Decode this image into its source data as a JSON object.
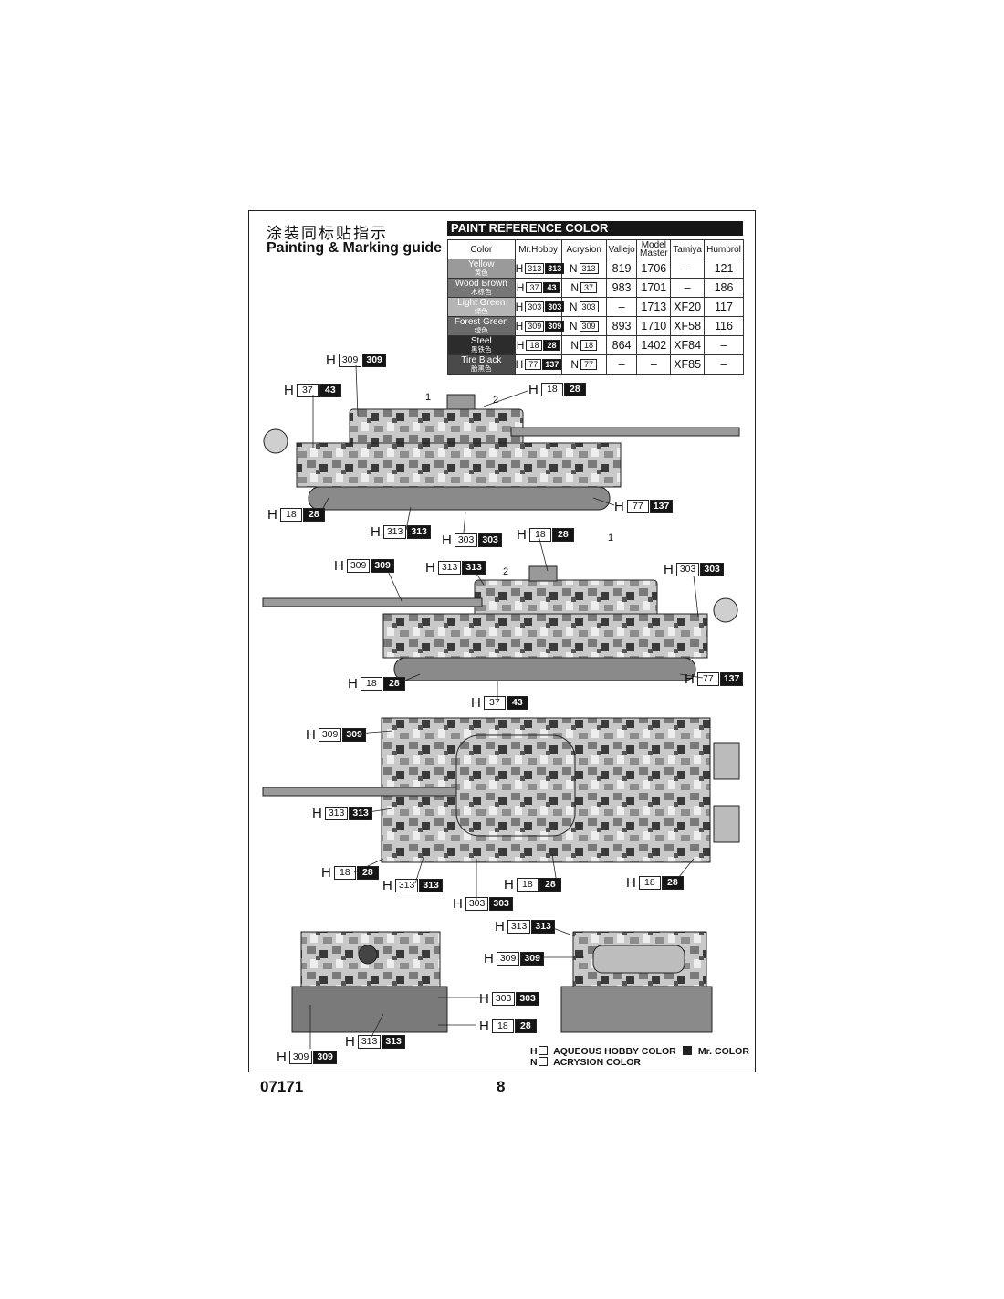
{
  "header": {
    "title_cn": "涂装同标贴指示",
    "title_en": "Painting & Marking guide"
  },
  "paint_table": {
    "title": "PAINT  REFERENCE COLOR",
    "columns": [
      "Color",
      "Mr.Hobby",
      "Acrysion",
      "Vallejo",
      "Model Master",
      "Tamiya",
      "Humbrol"
    ],
    "rows": [
      {
        "name": "Yellow",
        "name_cn": "黄色",
        "swatch": "#9a9a9a",
        "h1": "313",
        "h2": "313",
        "n": "313",
        "vallejo": "819",
        "model_master": "1706",
        "tamiya": "–",
        "humbrol": "121"
      },
      {
        "name": "Wood Brown",
        "name_cn": "木棕色",
        "swatch": "#767676",
        "h1": "37",
        "h2": "43",
        "n": "37",
        "vallejo": "983",
        "model_master": "1701",
        "tamiya": "–",
        "humbrol": "186"
      },
      {
        "name": "Light Green",
        "name_cn": "绿色",
        "swatch": "#b5b5b5",
        "h1": "303",
        "h2": "303",
        "n": "303",
        "vallejo": "–",
        "model_master": "1713",
        "tamiya": "XF20",
        "humbrol": "117"
      },
      {
        "name": "Forest Green",
        "name_cn": "绿色",
        "swatch": "#6a6a6a",
        "h1": "309",
        "h2": "309",
        "n": "309",
        "vallejo": "893",
        "model_master": "1710",
        "tamiya": "XF58",
        "humbrol": "116"
      },
      {
        "name": "Steel",
        "name_cn": "黑铁色",
        "swatch": "#2c2c2c",
        "h1": "18",
        "h2": "28",
        "n": "18",
        "vallejo": "864",
        "model_master": "1402",
        "tamiya": "XF84",
        "humbrol": "–"
      },
      {
        "name": "Tire Black",
        "name_cn": "胎黑色",
        "swatch": "#4a4a4a",
        "h1": "77",
        "h2": "137",
        "n": "77",
        "vallejo": "–",
        "model_master": "–",
        "tamiya": "XF85",
        "humbrol": "–"
      }
    ]
  },
  "labels": {
    "h_letter": "H",
    "n_letter": "N",
    "num_1": "1",
    "num_2": "2"
  },
  "callouts": [
    {
      "id": "c1",
      "a": "309",
      "b": "309"
    },
    {
      "id": "c2",
      "a": "37",
      "b": "43"
    },
    {
      "id": "c3",
      "a": "18",
      "b": "28"
    },
    {
      "id": "c4",
      "a": "18",
      "b": "28"
    },
    {
      "id": "c5",
      "a": "77",
      "b": "137"
    },
    {
      "id": "c6",
      "a": "313",
      "b": "313"
    },
    {
      "id": "c7",
      "a": "303",
      "b": "303"
    },
    {
      "id": "c8",
      "a": "18",
      "b": "28"
    },
    {
      "id": "c9",
      "a": "309",
      "b": "309"
    },
    {
      "id": "c10",
      "a": "313",
      "b": "313"
    },
    {
      "id": "c11",
      "a": "303",
      "b": "303"
    },
    {
      "id": "c12",
      "a": "18",
      "b": "28"
    },
    {
      "id": "c13",
      "a": "77",
      "b": "137"
    },
    {
      "id": "c14",
      "a": "37",
      "b": "43"
    },
    {
      "id": "c15",
      "a": "309",
      "b": "309"
    },
    {
      "id": "c16",
      "a": "313",
      "b": "313"
    },
    {
      "id": "c17",
      "a": "18",
      "b": "28"
    },
    {
      "id": "c18",
      "a": "313",
      "b": "313"
    },
    {
      "id": "c19",
      "a": "18",
      "b": "28"
    },
    {
      "id": "c20",
      "a": "18",
      "b": "28"
    },
    {
      "id": "c21",
      "a": "303",
      "b": "303"
    },
    {
      "id": "c22",
      "a": "313",
      "b": "313"
    },
    {
      "id": "c23",
      "a": "309",
      "b": "309"
    },
    {
      "id": "c24",
      "a": "303",
      "b": "303"
    },
    {
      "id": "c25",
      "a": "18",
      "b": "28"
    },
    {
      "id": "c26",
      "a": "313",
      "b": "313"
    },
    {
      "id": "c27",
      "a": "309",
      "b": "309"
    }
  ],
  "legend": {
    "h_label": "AQUEOUS HOBBY COLOR",
    "mr_label": "Mr. COLOR",
    "n_label": "ACRYSION COLOR"
  },
  "footer": {
    "code": "07171",
    "page": "8"
  }
}
